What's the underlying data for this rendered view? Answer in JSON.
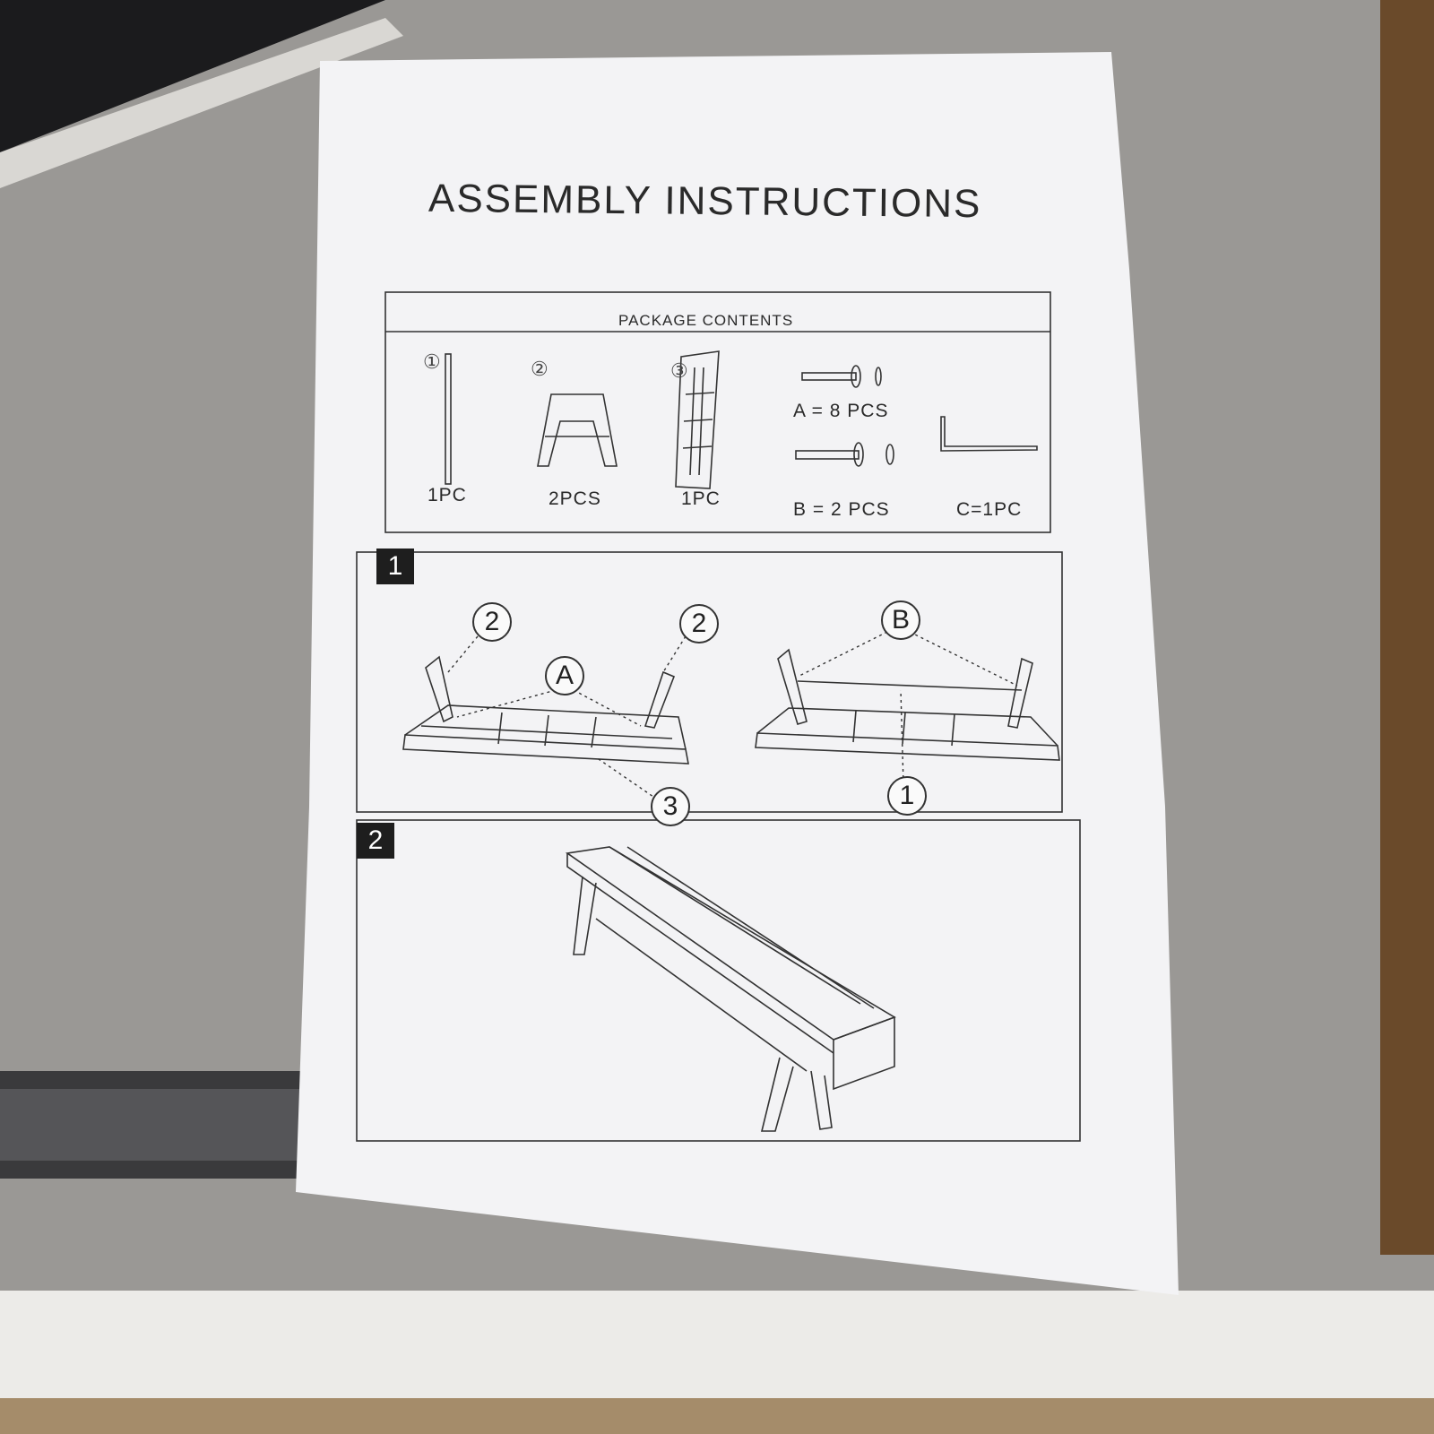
{
  "document": {
    "title": "ASSEMBLY INSTRUCTIONS",
    "package_contents": {
      "heading": "PACKAGE CONTENTS",
      "items": [
        {
          "marker": "①",
          "quantity": "1PC"
        },
        {
          "marker": "②",
          "quantity": "2PCS"
        },
        {
          "marker": "③",
          "quantity": "1PC"
        },
        {
          "marker": "",
          "quantity": "A = 8 PCS"
        },
        {
          "marker": "",
          "quantity": "B = 2 PCS"
        },
        {
          "marker": "",
          "quantity": "C=1PC"
        }
      ]
    },
    "steps": [
      {
        "number": "1",
        "callouts": [
          "2",
          "2",
          "A",
          "3",
          "B",
          "1"
        ]
      },
      {
        "number": "2"
      }
    ]
  },
  "colors": {
    "paper": "#f3f3f5",
    "ink": "#2a2a2a",
    "background": "#8e8c89"
  }
}
